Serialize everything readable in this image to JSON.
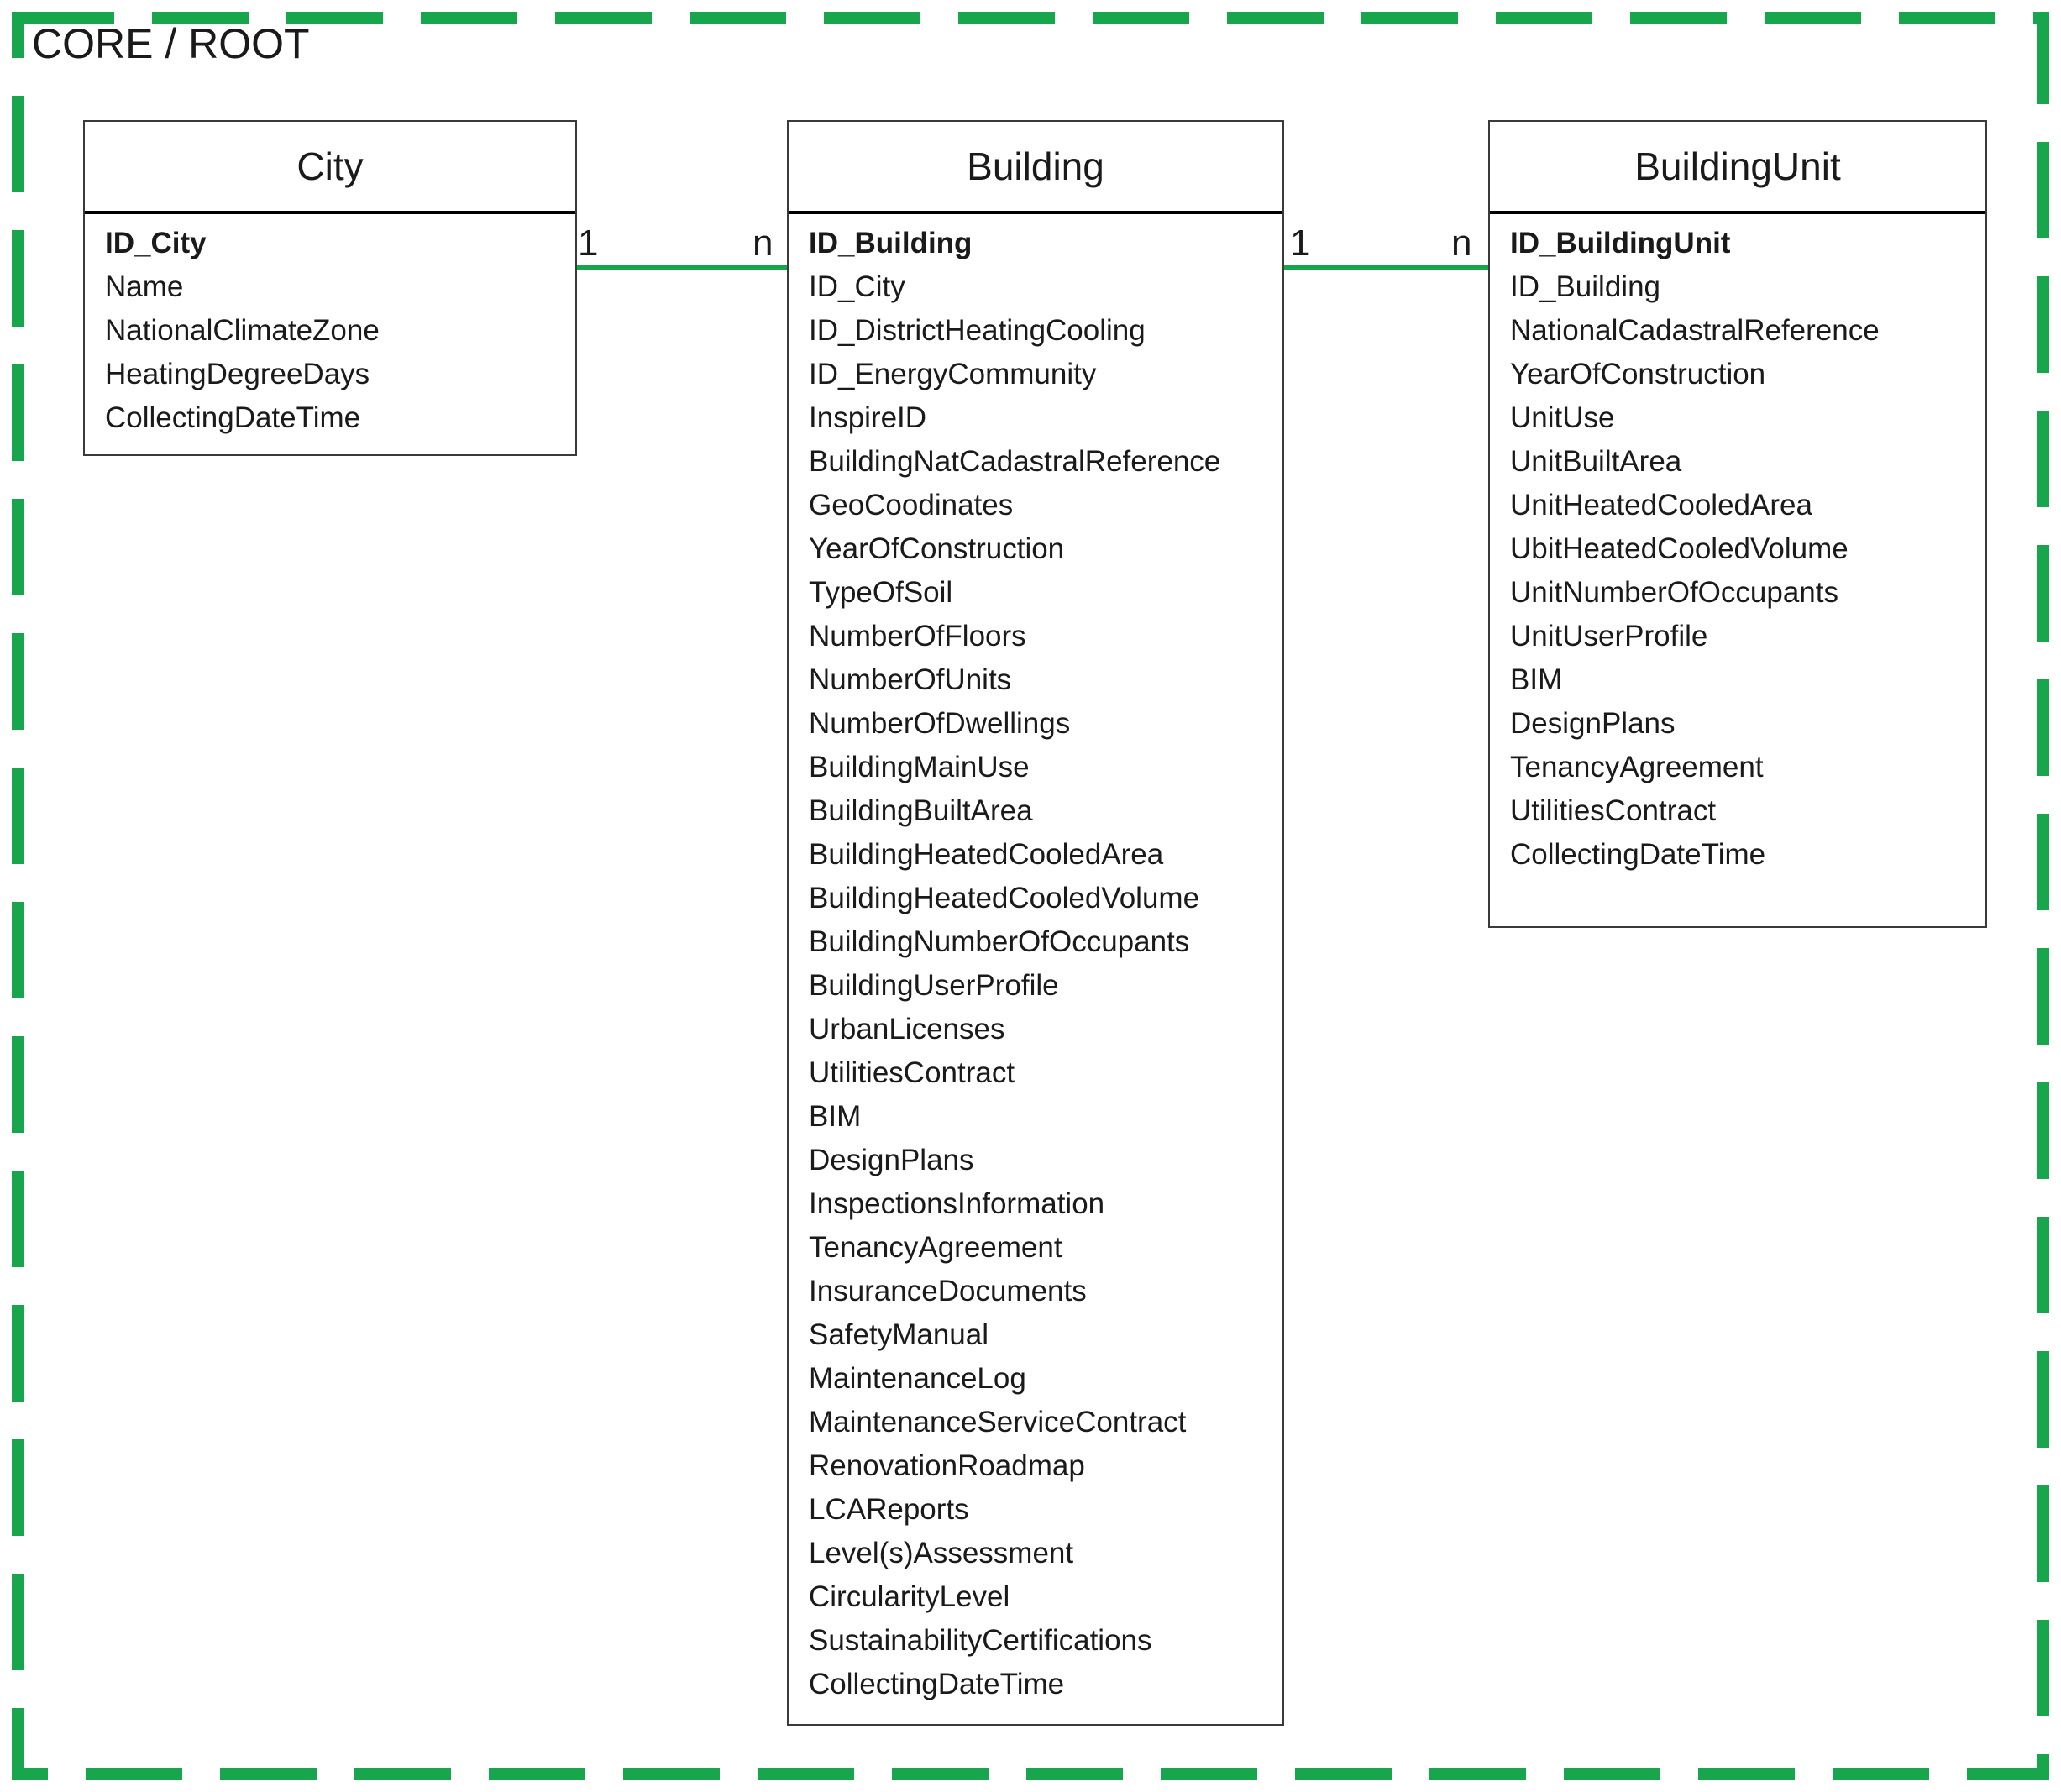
{
  "page": {
    "group_label": "CORE / ROOT",
    "colors": {
      "green": "#18a64d",
      "box_border": "#3a3a3a",
      "separator": "#000000",
      "text": "#1a1a1a"
    }
  },
  "entities": [
    {
      "title": "City",
      "attributes": [
        {
          "label": "ID_City",
          "key": true
        },
        {
          "label": "Name"
        },
        {
          "label": "NationalClimateZone"
        },
        {
          "label": "HeatingDegreeDays"
        },
        {
          "label": "CollectingDateTime"
        }
      ]
    },
    {
      "title": "Building",
      "attributes": [
        {
          "label": "ID_Building",
          "key": true
        },
        {
          "label": "ID_City"
        },
        {
          "label": "ID_DistrictHeatingCooling"
        },
        {
          "label": "ID_EnergyCommunity"
        },
        {
          "label": "InspireID"
        },
        {
          "label": "BuildingNatCadastralReference"
        },
        {
          "label": "GeoCoodinates"
        },
        {
          "label": "YearOfConstruction"
        },
        {
          "label": "TypeOfSoil"
        },
        {
          "label": "NumberOfFloors"
        },
        {
          "label": "NumberOfUnits"
        },
        {
          "label": "NumberOfDwellings"
        },
        {
          "label": "BuildingMainUse"
        },
        {
          "label": "BuildingBuiltArea"
        },
        {
          "label": "BuildingHeatedCooledArea"
        },
        {
          "label": "BuildingHeatedCooledVolume"
        },
        {
          "label": "BuildingNumberOfOccupants"
        },
        {
          "label": "BuildingUserProfile"
        },
        {
          "label": "UrbanLicenses"
        },
        {
          "label": "UtilitiesContract"
        },
        {
          "label": "BIM"
        },
        {
          "label": "DesignPlans"
        },
        {
          "label": "InspectionsInformation"
        },
        {
          "label": "TenancyAgreement"
        },
        {
          "label": "InsuranceDocuments"
        },
        {
          "label": "SafetyManual"
        },
        {
          "label": "MaintenanceLog"
        },
        {
          "label": "MaintenanceServiceContract"
        },
        {
          "label": "RenovationRoadmap"
        },
        {
          "label": "LCAReports"
        },
        {
          "label": "Level(s)Assessment"
        },
        {
          "label": "CircularityLevel"
        },
        {
          "label": "SustainabilityCertifications"
        },
        {
          "label": "CollectingDateTime"
        }
      ]
    },
    {
      "title": "BuildingUnit",
      "attributes": [
        {
          "label": "ID_BuildingUnit",
          "key": true
        },
        {
          "label": "ID_Building"
        },
        {
          "label": "NationalCadastralReference"
        },
        {
          "label": "YearOfConstruction"
        },
        {
          "label": "UnitUse"
        },
        {
          "label": "UnitBuiltArea"
        },
        {
          "label": "UnitHeatedCooledArea"
        },
        {
          "label": "UbitHeatedCooledVolume"
        },
        {
          "label": "UnitNumberOfOccupants"
        },
        {
          "label": "UnitUserProfile"
        },
        {
          "label": "BIM"
        },
        {
          "label": "DesignPlans"
        },
        {
          "label": "TenancyAgreement"
        },
        {
          "label": "UtilitiesContract"
        },
        {
          "label": "CollectingDateTime"
        }
      ]
    }
  ],
  "relationships": [
    {
      "from": "City",
      "to": "Building",
      "from_cardinality": "1",
      "to_cardinality": "n"
    },
    {
      "from": "Building",
      "to": "BuildingUnit",
      "from_cardinality": "1",
      "to_cardinality": "n"
    }
  ]
}
